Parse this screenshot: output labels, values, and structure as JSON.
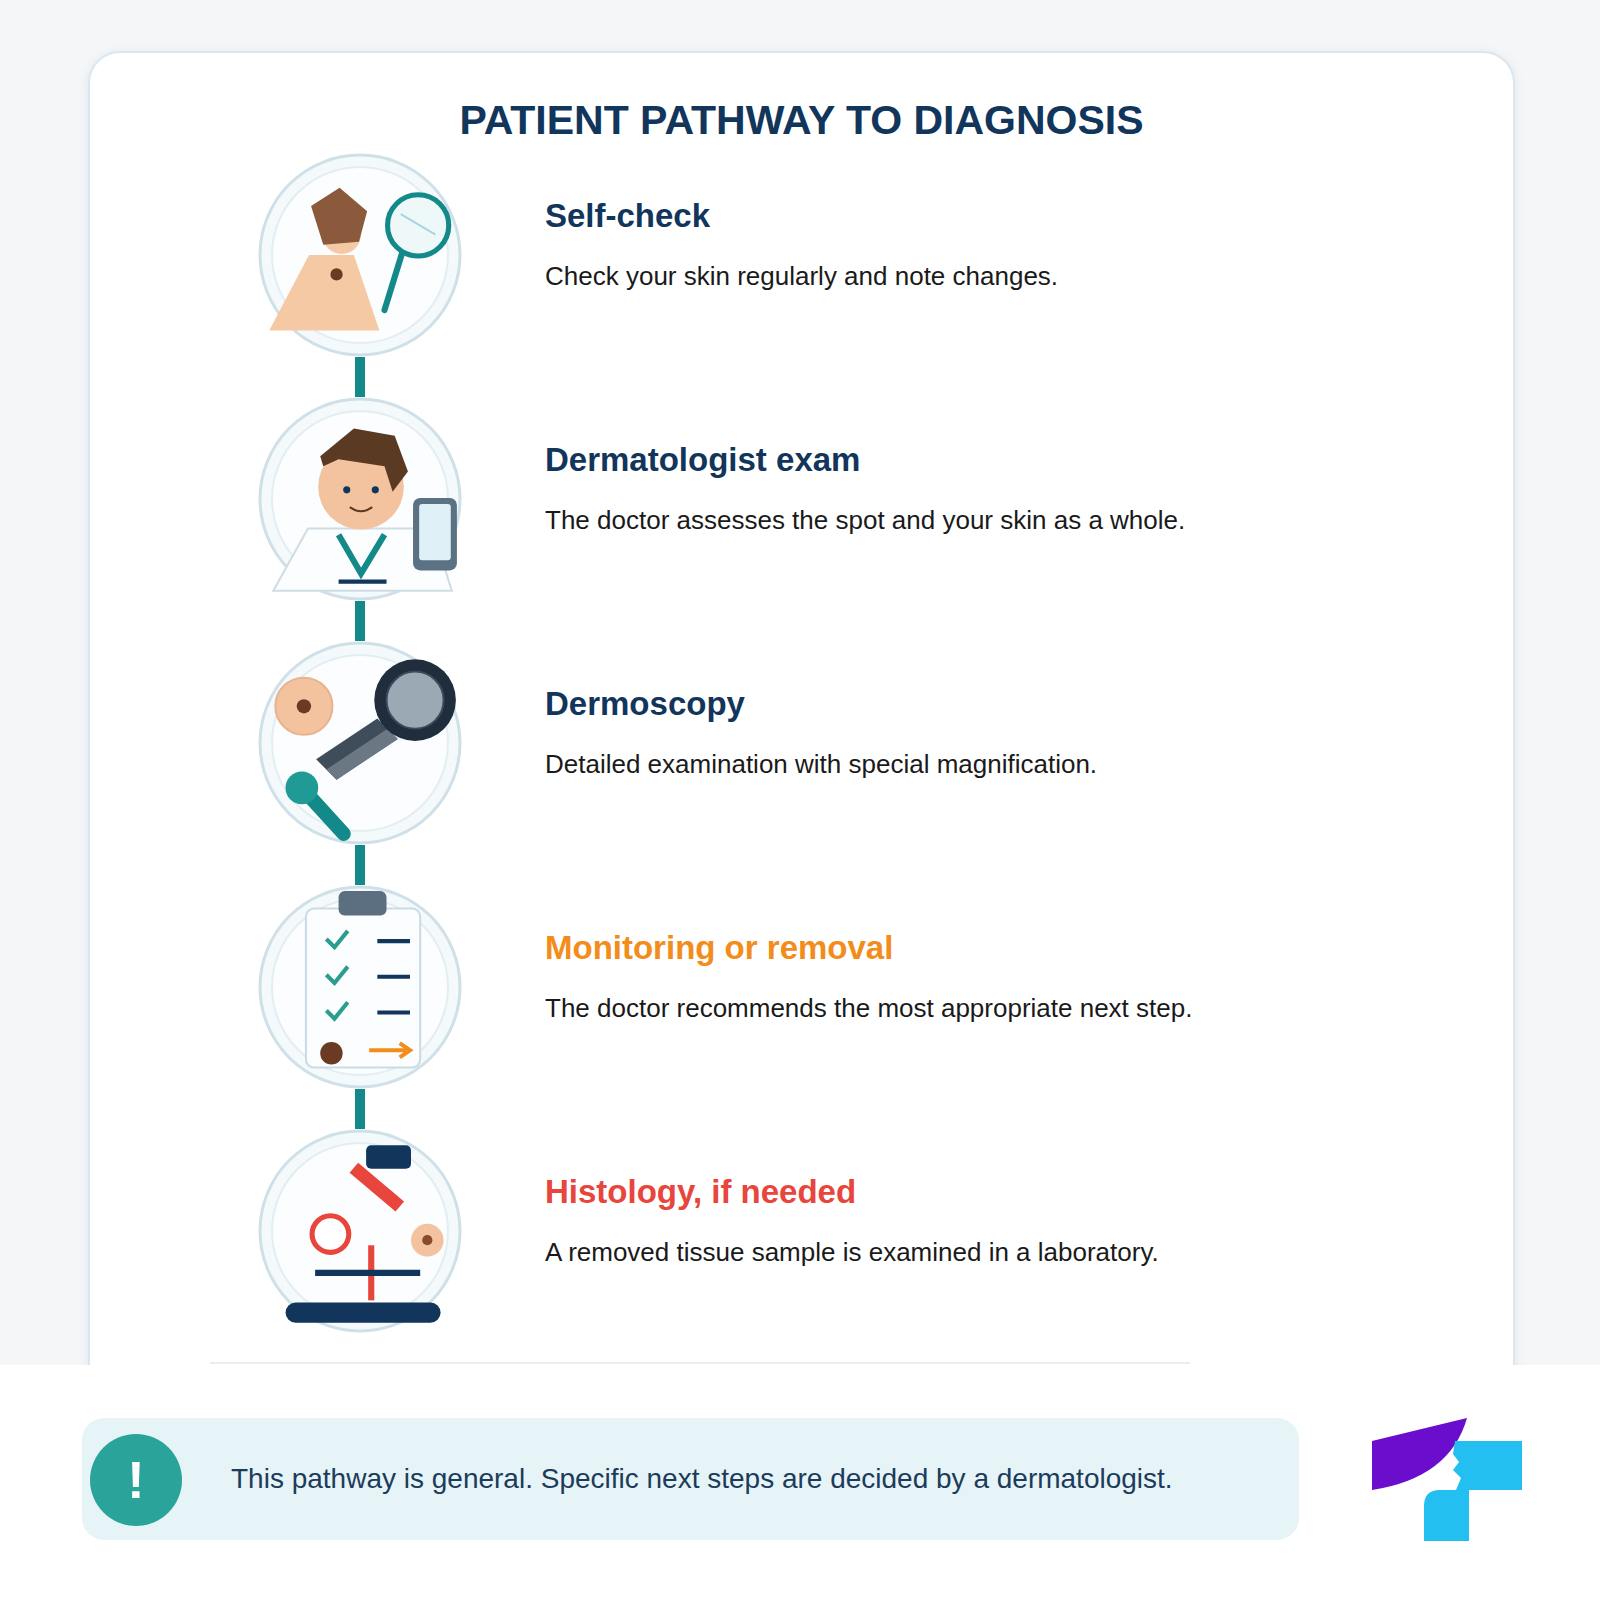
{
  "diagram": {
    "title": "PATIENT PATHWAY TO DIAGNOSIS",
    "nodes": [
      {
        "text": [
          "Self-check",
          "Check your skin regularly and note changes."
        ]
      },
      {
        "text": [
          "Dermatologist exam",
          "The doctor assesses the spot and your skin as a whole."
        ]
      },
      {
        "text": [
          "Dermoscopy",
          "Detailed examination with special magnification."
        ]
      },
      {
        "text": [
          "Monitoring or removal",
          "The doctor recommends the most appropriate next step."
        ]
      },
      {
        "text": [
          "Histology, if needed",
          "A removed tissue sample is examined in a laboratory."
        ]
      },
      {
        "text": [
          "This pathway is general. Specific next steps are decided by a dermatologist."
        ]
      }
    ],
    "edges": [
      {
        "from": 0,
        "to": 1,
        "arrow": "none"
      },
      {
        "from": 1,
        "to": 2,
        "arrow": "none"
      },
      {
        "from": 2,
        "to": 3,
        "arrow": "none"
      },
      {
        "from": 3,
        "to": 4,
        "arrow": "none"
      }
    ],
    "labels": [
      "!"
    ]
  }
}
